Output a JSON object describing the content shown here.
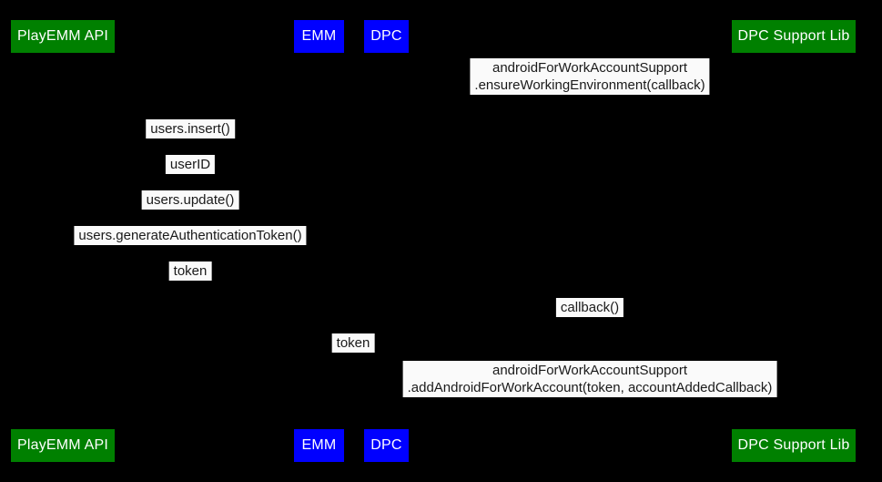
{
  "diagram": {
    "type": "sequence-diagram",
    "background_color": "#000000",
    "actor_colors": {
      "green": "#008000",
      "blue": "#0000ff"
    },
    "label_background": "#fafafa",
    "label_text_color": "#1a1a1a",
    "actor_text_color": "#ffffff",
    "participants": [
      {
        "label": "PlayEMM API",
        "color": "green"
      },
      {
        "label": "EMM",
        "color": "blue"
      },
      {
        "label": "DPC",
        "color": "blue"
      },
      {
        "label": "DPC Support Lib",
        "color": "green"
      }
    ],
    "messages": [
      {
        "line1": "androidForWorkAccountSupport",
        "line2": ".ensureWorkingEnvironment(callback)"
      },
      {
        "line1": "users.insert()"
      },
      {
        "line1": "userID"
      },
      {
        "line1": "users.update()"
      },
      {
        "line1": "users.generateAuthenticationToken()"
      },
      {
        "line1": "token"
      },
      {
        "line1": "callback()"
      },
      {
        "line1": "token"
      },
      {
        "line1": "androidForWorkAccountSupport",
        "line2": ".addAndroidForWorkAccount(token, accountAddedCallback)"
      }
    ]
  }
}
